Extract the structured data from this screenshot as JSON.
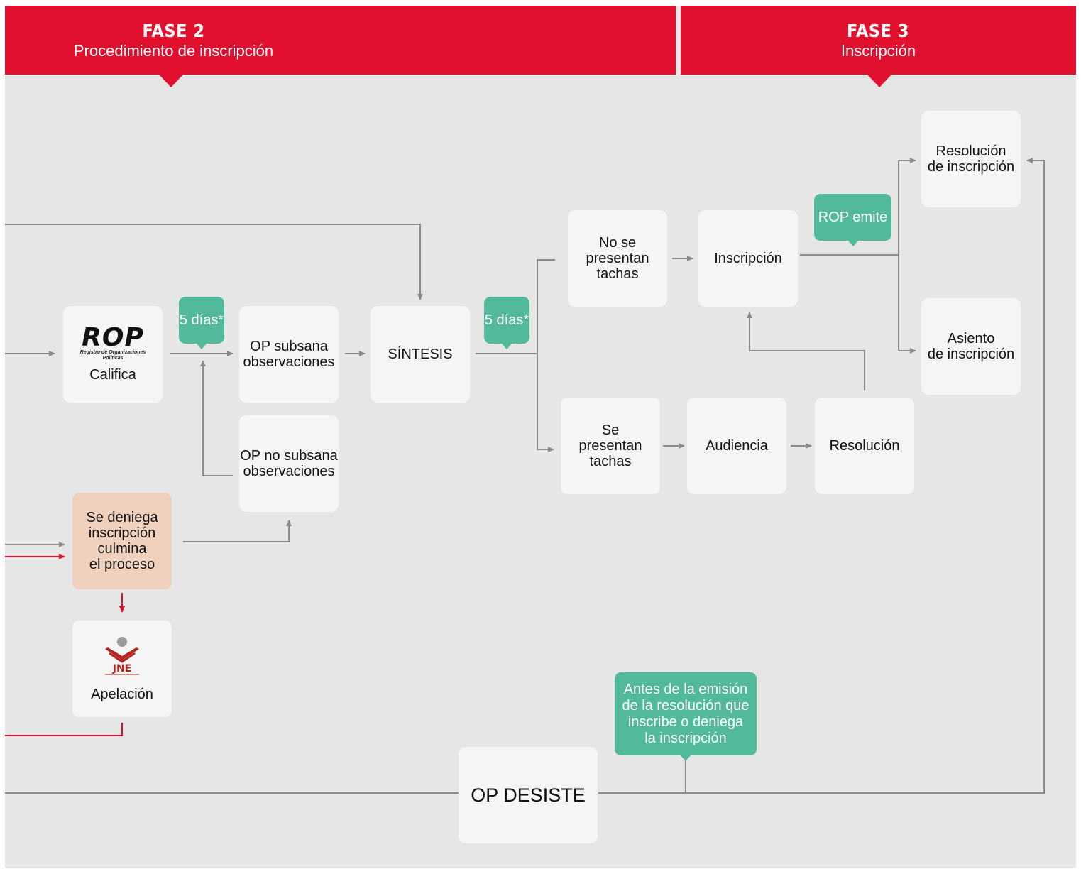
{
  "headers": {
    "fase2": {
      "title": "FASE 2",
      "subtitle": "Procedimiento de inscripción"
    },
    "fase3": {
      "title": "FASE 3",
      "subtitle": "Inscripción"
    }
  },
  "nodes": {
    "rop_califica": {
      "logo": "ROP",
      "logo_sub": "Registro de Organizaciones Políticas",
      "label": "Califica"
    },
    "op_subsana": "OP subsana\nobservaciones",
    "op_no_subsana": "OP no subsana\nobservaciones",
    "sintesis": "SÍNTESIS",
    "no_se_presentan": "No se\npresentan\ntachas",
    "se_presentan": "Se\npresentan\ntachas",
    "inscripcion": "Inscripción",
    "audiencia": "Audiencia",
    "resolucion": "Resolución",
    "resolucion_inscripcion": "Resolución\nde inscripción",
    "asiento_inscripcion": "Asiento\nde inscripción",
    "se_deniega": "Se deniega\ninscripción\nculmina\nel proceso",
    "apelacion": {
      "logo": "JNE",
      "label": "Apelación"
    },
    "op_desiste": "OP DESISTE"
  },
  "bubbles": {
    "dias1": "5 días*",
    "dias2": "5 días*",
    "rop_emite": "ROP emite",
    "antes": "Antes de la emisión\nde la resolución que\ninscribe o deniega\nla inscripción"
  },
  "colors": {
    "header": "#e0102e",
    "bubble": "#52b99b",
    "box": "#f5f5f5",
    "deny": "#efd1bd",
    "line": "#8a8a8a",
    "red_line": "#e0102e"
  }
}
